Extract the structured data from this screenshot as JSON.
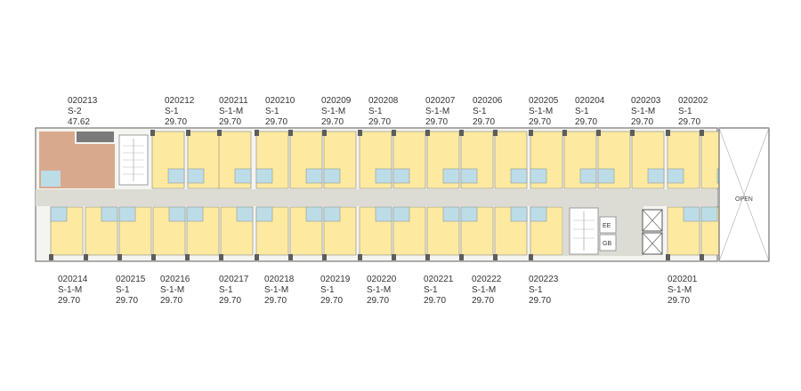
{
  "plan": {
    "open_label": "OPEN",
    "service_labels": [
      "EE",
      "GB"
    ],
    "colors": {
      "unit": "#fde9a0",
      "large_unit": "#d9a98e",
      "corridor": "#dcdcd5",
      "bathroom": "#bcdde8",
      "column": "#5d5d5d",
      "wall": "#6f6f6f"
    },
    "top_units": [
      {
        "id": "020213",
        "type": "S-2",
        "area": "47.62"
      },
      {
        "id": "020212",
        "type": "S-1",
        "area": "29.70"
      },
      {
        "id": "020211",
        "type": "S-1-M",
        "area": "29.70"
      },
      {
        "id": "020210",
        "type": "S-1",
        "area": "29.70"
      },
      {
        "id": "020209",
        "type": "S-1-M",
        "area": "29.70"
      },
      {
        "id": "020208",
        "type": "S-1",
        "area": "29.70"
      },
      {
        "id": "020207",
        "type": "S-1-M",
        "area": "29.70"
      },
      {
        "id": "020206",
        "type": "S-1",
        "area": "29.70"
      },
      {
        "id": "020205",
        "type": "S-1-M",
        "area": "29.70"
      },
      {
        "id": "020204",
        "type": "S-1",
        "area": "29.70"
      },
      {
        "id": "020203",
        "type": "S-1-M",
        "area": "29.70"
      },
      {
        "id": "020202",
        "type": "S-1",
        "area": "29.70"
      }
    ],
    "bottom_units": [
      {
        "id": "020214",
        "type": "S-1-M",
        "area": "29.70"
      },
      {
        "id": "020215",
        "type": "S-1",
        "area": "29.70"
      },
      {
        "id": "020216",
        "type": "S-1-M",
        "area": "29.70"
      },
      {
        "id": "020217",
        "type": "S-1",
        "area": "29.70"
      },
      {
        "id": "020218",
        "type": "S-1-M",
        "area": "29.70"
      },
      {
        "id": "020219",
        "type": "S-1",
        "area": "29.70"
      },
      {
        "id": "020220",
        "type": "S-1-M",
        "area": "29.70"
      },
      {
        "id": "020221",
        "type": "S-1",
        "area": "29.70"
      },
      {
        "id": "020222",
        "type": "S-1-M",
        "area": "29.70"
      },
      {
        "id": "020223",
        "type": "S-1",
        "area": "29.70"
      },
      {
        "id": "020201",
        "type": "S-1-M",
        "area": "29.70"
      }
    ]
  }
}
